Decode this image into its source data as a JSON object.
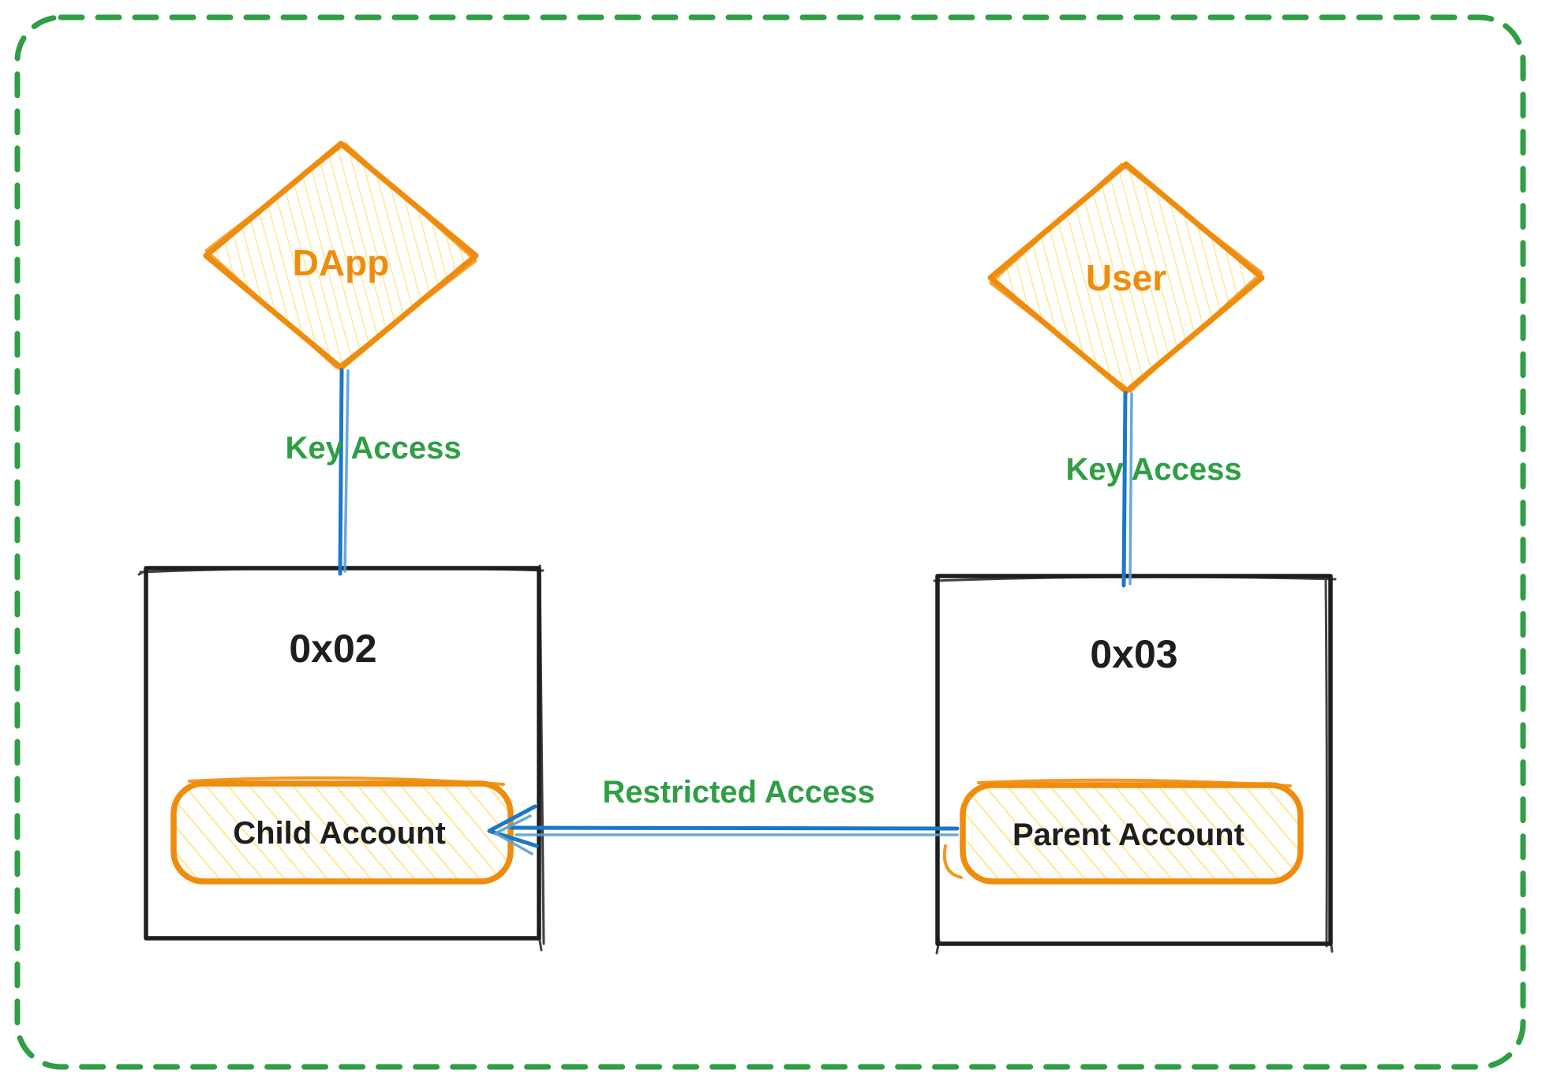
{
  "canvas": {
    "border_style": "dashed-rounded",
    "palette": {
      "orange": "#ef8c0b",
      "hatch_yellow": "#ffd43b",
      "blue": "#1c77c9",
      "blue_light": "#5b9fd4",
      "green": "#2f9e44",
      "ink": "#1e1e1e",
      "background": "#ffffff"
    }
  },
  "nodes": {
    "dapp": {
      "label": "DApp",
      "shape": "diamond"
    },
    "user": {
      "label": "User",
      "shape": "diamond"
    },
    "account_left": {
      "title": "0x02",
      "inner_label": "Child Account"
    },
    "account_right": {
      "title": "0x03",
      "inner_label": "Parent Account"
    }
  },
  "edges": {
    "dapp_key": {
      "label": "Key Access",
      "from": "DApp",
      "to": "0x02"
    },
    "user_key": {
      "label": "Key Access",
      "from": "User",
      "to": "0x03"
    },
    "restricted": {
      "label": "Restricted Access",
      "from": "Parent Account",
      "to": "Child Account"
    }
  }
}
